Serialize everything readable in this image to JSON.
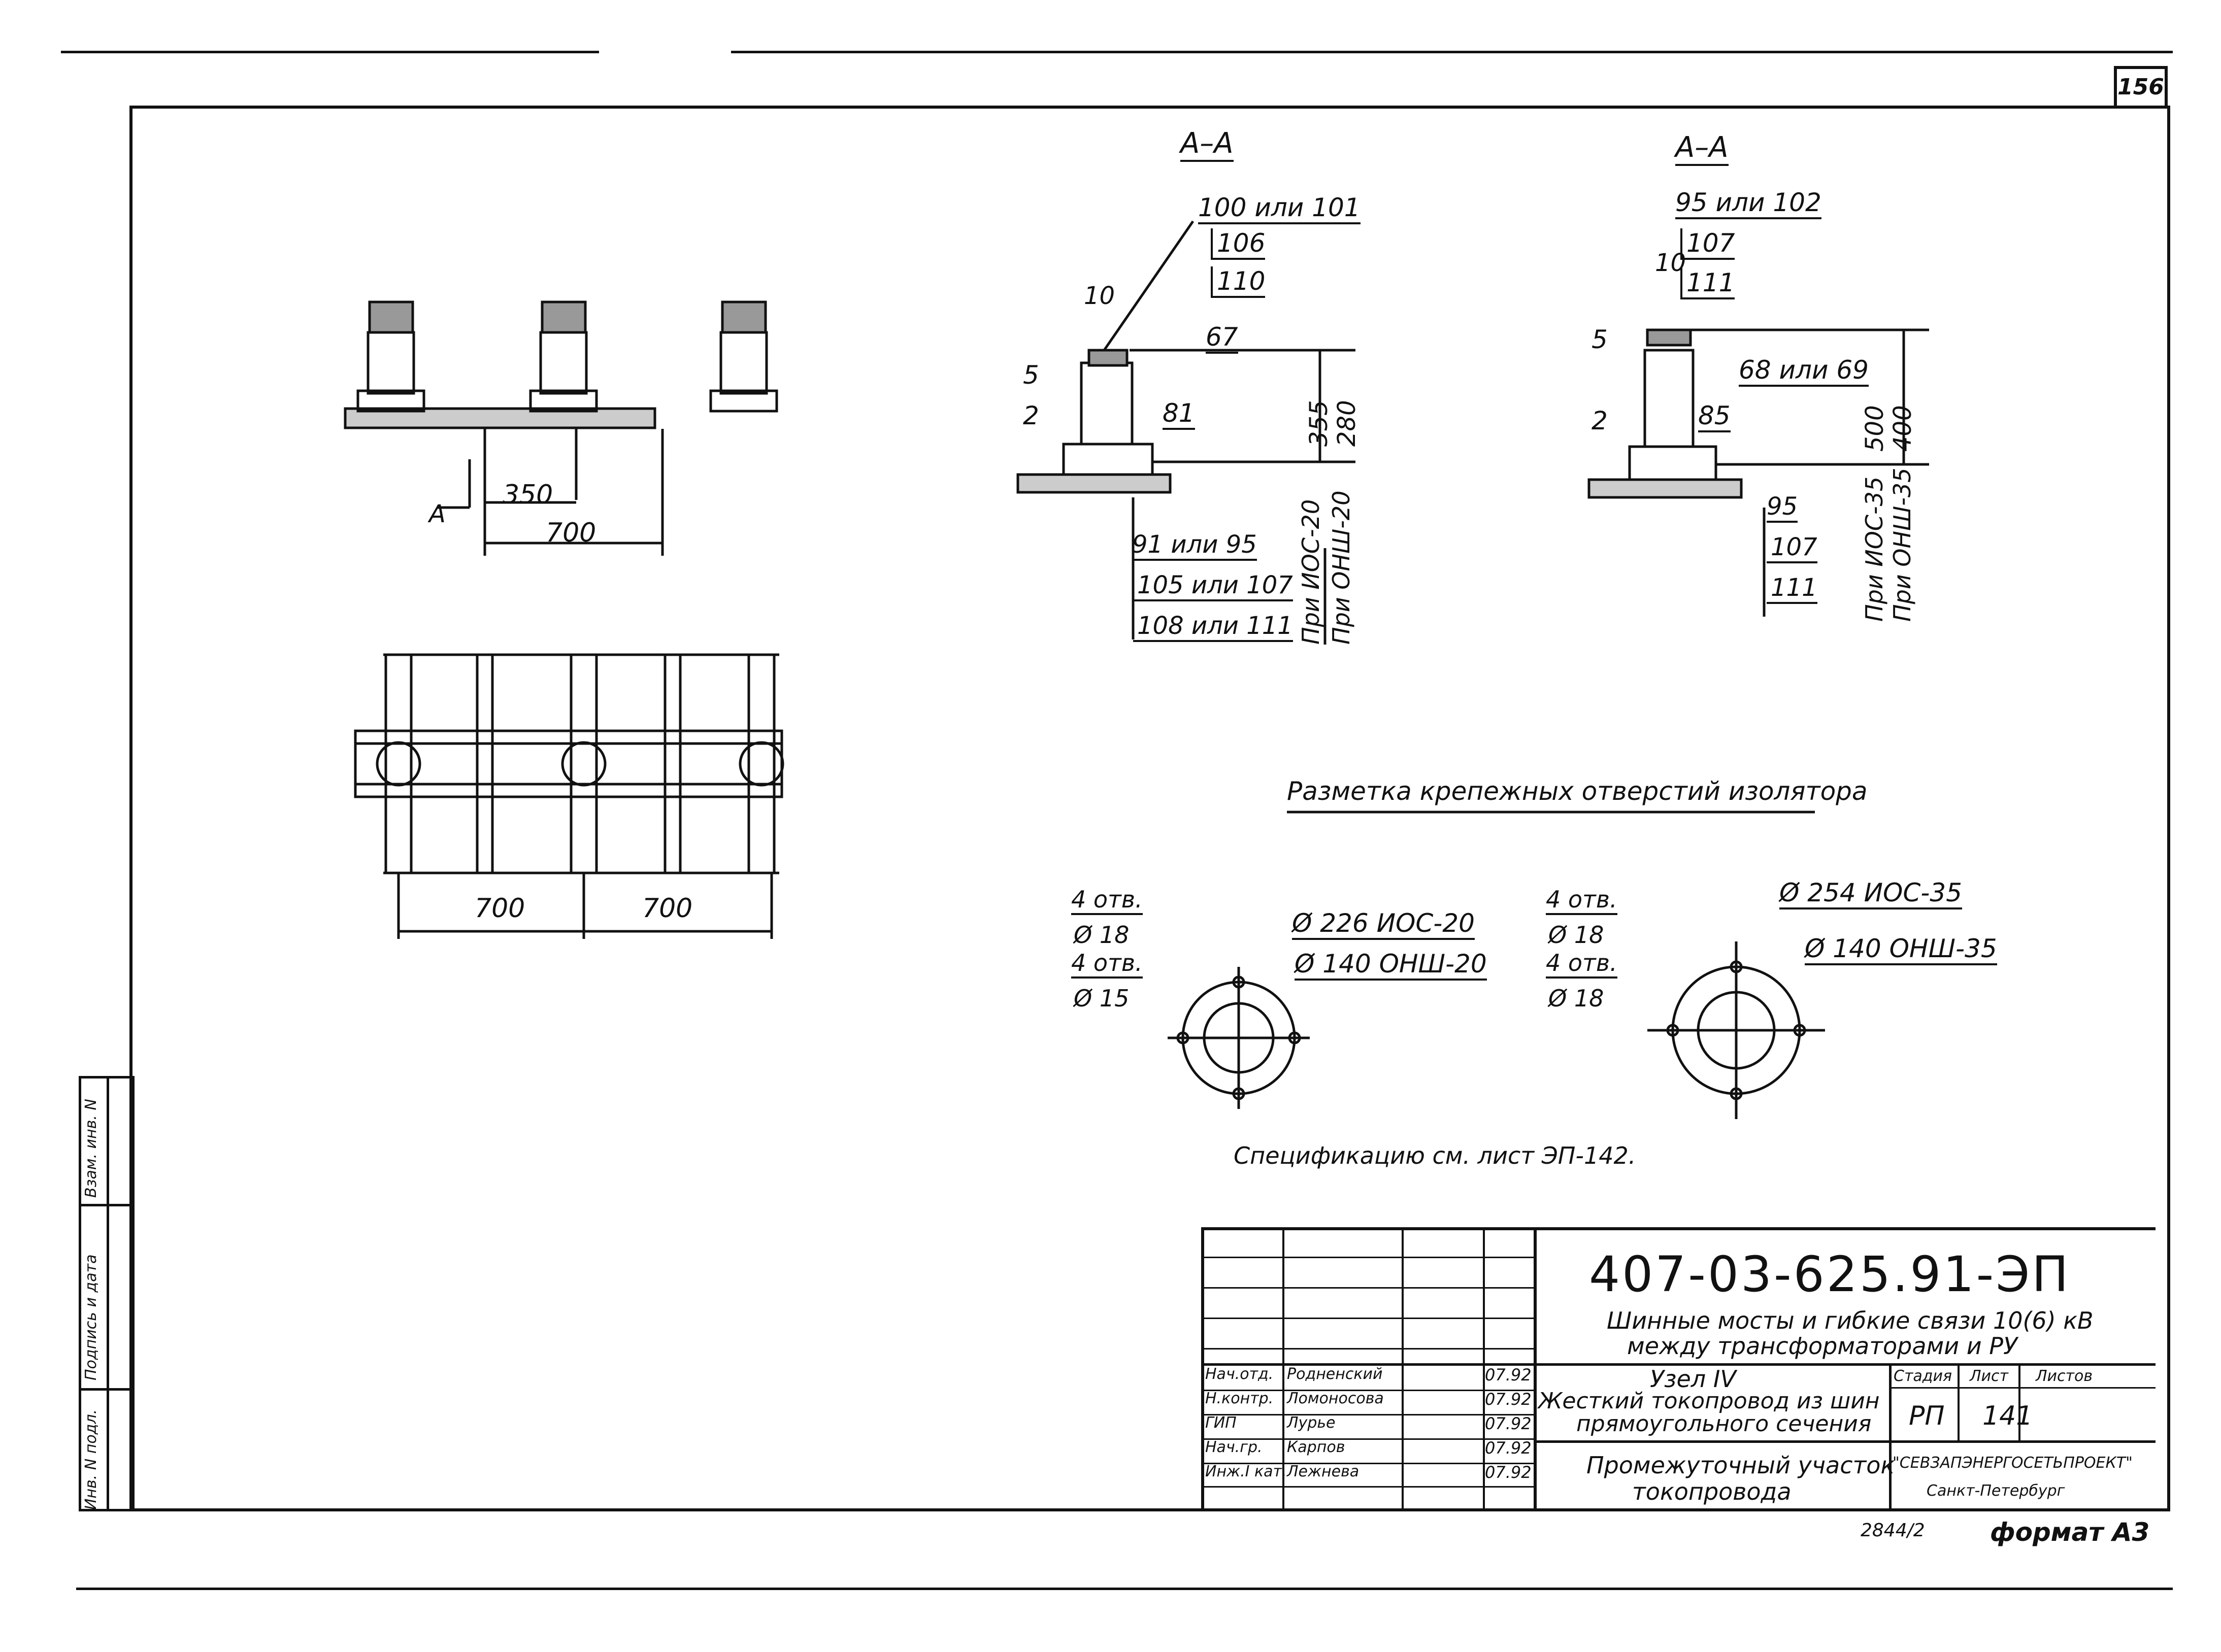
{
  "sheet_number": "156",
  "section_left": "А–А",
  "section_right": "А–А",
  "left_section": {
    "callout_top": "100 или 101",
    "callout_top_2": "106",
    "callout_top_3": "110",
    "pos_10": "10",
    "pos_67": "67",
    "pos_5": "5",
    "pos_2": "2",
    "pos_81": "81",
    "dim_355": "355",
    "dim_280": "280",
    "note_ios": "При ИОС-20",
    "note_onsh": "При ОНШ-20",
    "callout_bot": "91 или 95",
    "callout_bot_2": "105 или 107",
    "callout_bot_3": "108 или 111"
  },
  "right_section": {
    "callout_top": "95 или 102",
    "callout_top_2": "107",
    "callout_top_3": "111",
    "pos_10": "10",
    "pos_5": "5",
    "pos_68": "68 или 69",
    "pos_2": "2",
    "pos_85": "85",
    "dim_500": "500",
    "dim_400": "400",
    "note_ios": "При ИОС-35",
    "note_onsh": "При ОНШ-35",
    "callout_bot": "95",
    "callout_bot_2": "107",
    "callout_bot_3": "111"
  },
  "front_view": {
    "dim_350": "350",
    "dim_700": "700",
    "section_mark": "А"
  },
  "plan_view": {
    "dim_a": "700",
    "dim_b": "700"
  },
  "holes_title": "Разметка крепежных отверстий изолятора",
  "holes_left": {
    "holes_a": "4 отв.",
    "dia_a": "Ø 18",
    "holes_b": "4 отв.",
    "dia_b": "Ø 15",
    "circle_1": "Ø 226  ИОС-20",
    "circle_2": "Ø 140  ОНШ-20"
  },
  "holes_right": {
    "holes_a": "4 отв.",
    "dia_a": "Ø 18",
    "holes_b": "4 отв.",
    "dia_b": "Ø 18",
    "circle_1": "Ø 254  ИОС-35",
    "circle_2": "Ø 140  ОНШ-35"
  },
  "spec_note": "Спецификацию см. лист ЭП-142.",
  "left_stamp": [
    "Инв. N подл.",
    "Подпись и дата",
    "Взам. инв. N"
  ],
  "title_block": {
    "doc_code": "407-03-625.91-ЭП",
    "project_line1": "Шинные мосты и гибкие связи 10(6) кВ",
    "project_line2": "между трансформаторами и РУ",
    "node": "Узел IV",
    "node_desc1": "Жесткий токопровод из шин",
    "node_desc2": "прямоугольного сечения",
    "sheet_desc1": "Промежуточный участок",
    "sheet_desc2": "токопровода",
    "stage_header": "Стадия",
    "sheet_header": "Лист",
    "sheets_header": "Листов",
    "stage": "РП",
    "sheet": "141",
    "org": "\"СЕВЗАПЭНЕРГОСЕТЬПРОЕКТ\"",
    "city": "Санкт-Петербург",
    "rows": [
      {
        "role": "Нач.отд.",
        "name": "Родненский",
        "date": "07.92"
      },
      {
        "role": "Н.контр.",
        "name": "Ломоносова",
        "date": "07.92"
      },
      {
        "role": "ГИП",
        "name": "Лурье",
        "date": "07.92"
      },
      {
        "role": "Нач.гр.",
        "name": "Карпов",
        "date": "07.92"
      },
      {
        "role": "Инж.I кат.",
        "name": "Лежнева",
        "date": "07.92"
      }
    ]
  },
  "inventory": "2844/2",
  "format": "формат А3"
}
